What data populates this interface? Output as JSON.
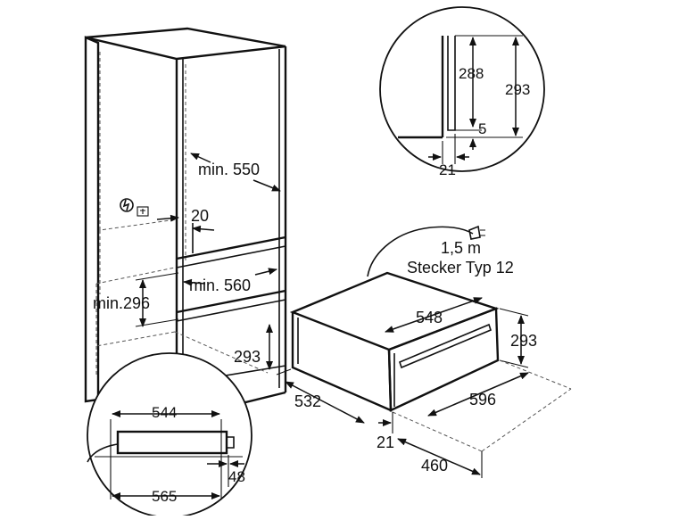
{
  "labels": {
    "min_550": "min. 550",
    "dim_20": "20",
    "min_560": "min. 560",
    "min_296": "min.296",
    "dim_293_left": "293",
    "dim_532": "532",
    "dim_548": "548",
    "dim_293_right": "293",
    "dim_596": "596",
    "dim_21_bottom": "21",
    "dim_460": "460",
    "cable_length": "1,5 m",
    "plug_type": "Stecker Typ 12",
    "detail_top_288": "288",
    "detail_top_293": "293",
    "detail_top_5": "5",
    "detail_top_21": "21",
    "detail_bottom_544": "544",
    "detail_bottom_565": "565",
    "detail_bottom_48": "48"
  },
  "icons": {
    "power": "power-symbol-icon",
    "plug": "electric-plug-icon"
  }
}
